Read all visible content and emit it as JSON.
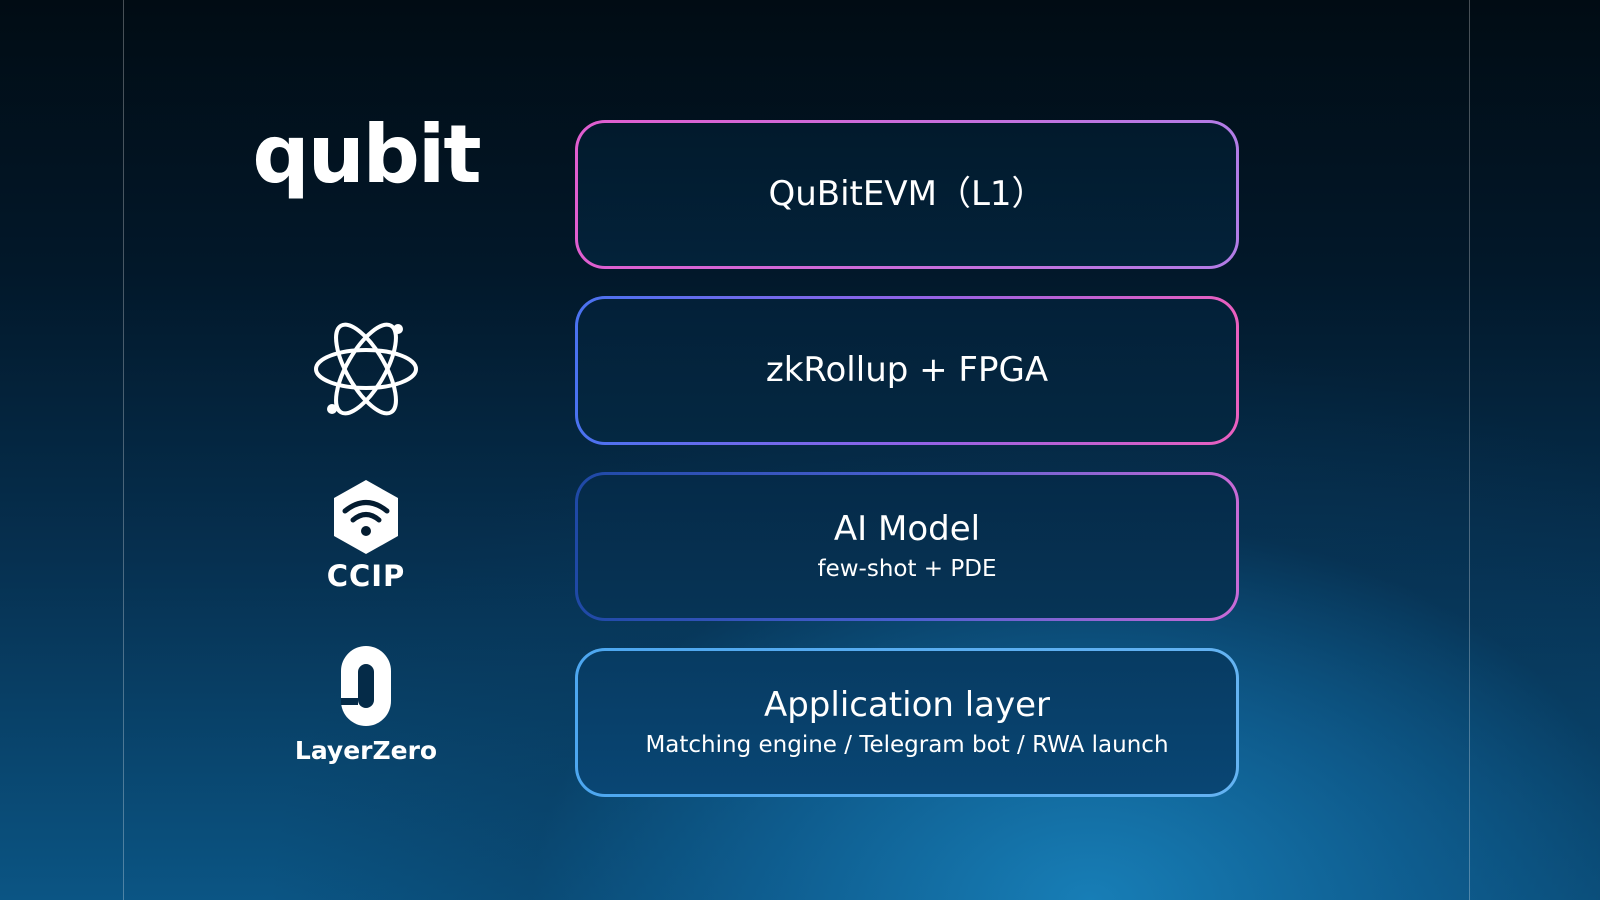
{
  "logos": {
    "qubit": {
      "text": "qubit",
      "icon": "qubit-wordmark"
    },
    "atom": {
      "icon": "atom-icon"
    },
    "ccip": {
      "text": "CCIP",
      "icon": "ccip-hexagon-wifi-icon"
    },
    "layerzero": {
      "text": "LayerZero",
      "icon": "layerzero-zero-icon"
    }
  },
  "layers": [
    {
      "title": "QuBitEVM（L1）"
    },
    {
      "title": "zkRollup + FPGA"
    },
    {
      "title": "AI Model",
      "subtitle": "few-shot + PDE"
    },
    {
      "title": "Application layer",
      "subtitle": "Matching engine / Telegram bot / RWA launch"
    }
  ],
  "colors": {
    "layer1_border": "#e05ecf",
    "layer2_border": "#4a72f0",
    "layer3_border": "#1f49a6",
    "layer4_border": "#4da7f0",
    "text": "#ffffff"
  }
}
